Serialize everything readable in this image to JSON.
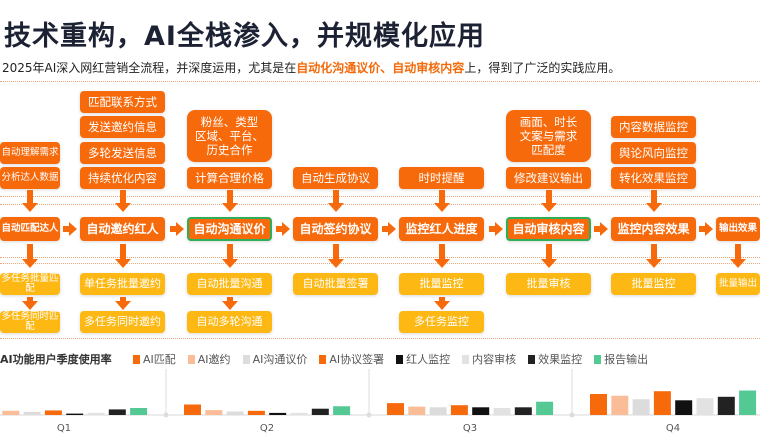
{
  "header": {
    "title": "技术重构，AI全栈渗入，并规模化应用",
    "subtitle_pre": "2025年AI深入网红营销全流程，并深度运用，尤其是在",
    "subtitle_highlight": "自动化沟通议价、自动审核内容",
    "subtitle_post": "上，得到了广泛的实践应用。"
  },
  "flow": [
    {
      "main": "自动匹配达人",
      "upper": [
        "自动理解需求",
        "分析达人数据"
      ],
      "lower": [
        "多任务批量匹配",
        "多任务同时匹配"
      ]
    },
    {
      "main": "自动邀约红人",
      "upper": [
        "匹配联系方式",
        "发送邀约信息",
        "多轮发送信息",
        "持续优化内容"
      ],
      "lower": [
        "单任务批量邀约",
        "多任务同时邀约"
      ]
    },
    {
      "main": "自动沟通议价",
      "highlight": true,
      "upper_big": "粉丝、类型\n区域、平台、\n历史合作",
      "upper": [
        "计算合理价格"
      ],
      "lower": [
        "自动批量沟通",
        "自动多轮沟通"
      ]
    },
    {
      "main": "自动签约协议",
      "upper": [
        "自动生成协议"
      ],
      "lower": [
        "自动批量签署"
      ]
    },
    {
      "main": "监控红人进度",
      "upper": [
        "时时提醒"
      ],
      "lower": [
        "批量监控",
        "多任务监控"
      ]
    },
    {
      "main": "自动审核内容",
      "highlight": true,
      "upper_big": "画面、时长\n文案与需求\n匹配度",
      "upper": [
        "修改建议输出"
      ],
      "lower": [
        "批量审核"
      ]
    },
    {
      "main": "监控内容效果",
      "upper": [
        "内容数据监控",
        "舆论风向监控",
        "转化效果监控"
      ],
      "lower": [
        "批量监控"
      ]
    },
    {
      "main": "输出效果",
      "upper": [],
      "lower": [
        "批量输出"
      ]
    }
  ],
  "colors": {
    "primary": "#f76a0c",
    "secondary": "#fdb813",
    "highlight_border": "#2fae5a"
  },
  "chart_data": {
    "type": "bar",
    "title": "AI功能用户季度使用率",
    "categories": [
      "Q1",
      "Q2",
      "Q3",
      "Q4"
    ],
    "legend_position": "top",
    "grid": false,
    "series": [
      {
        "name": "AI匹配",
        "color": "#f76a0c",
        "values": [
          14,
          30,
          34,
          60
        ]
      },
      {
        "name": "AI邀约",
        "color": "#fbbd98",
        "values": [
          12,
          14,
          24,
          55
        ]
      },
      {
        "name": "AI沟通议价",
        "color": "#dcdcdc",
        "values": [
          9,
          10,
          22,
          45
        ]
      },
      {
        "name": "AI协议签署",
        "color": "#f76a0c",
        "values": [
          13,
          12,
          28,
          68
        ]
      },
      {
        "name": "红人监控",
        "color": "#111111",
        "values": [
          4,
          6,
          22,
          42
        ]
      },
      {
        "name": "内容审核",
        "color": "#e2e2e2",
        "values": [
          6,
          6,
          20,
          48
        ]
      },
      {
        "name": "效果监控",
        "color": "#222222",
        "values": [
          16,
          18,
          22,
          52
        ]
      },
      {
        "name": "报告输出",
        "color": "#55c993",
        "values": [
          20,
          25,
          38,
          70
        ]
      }
    ]
  }
}
